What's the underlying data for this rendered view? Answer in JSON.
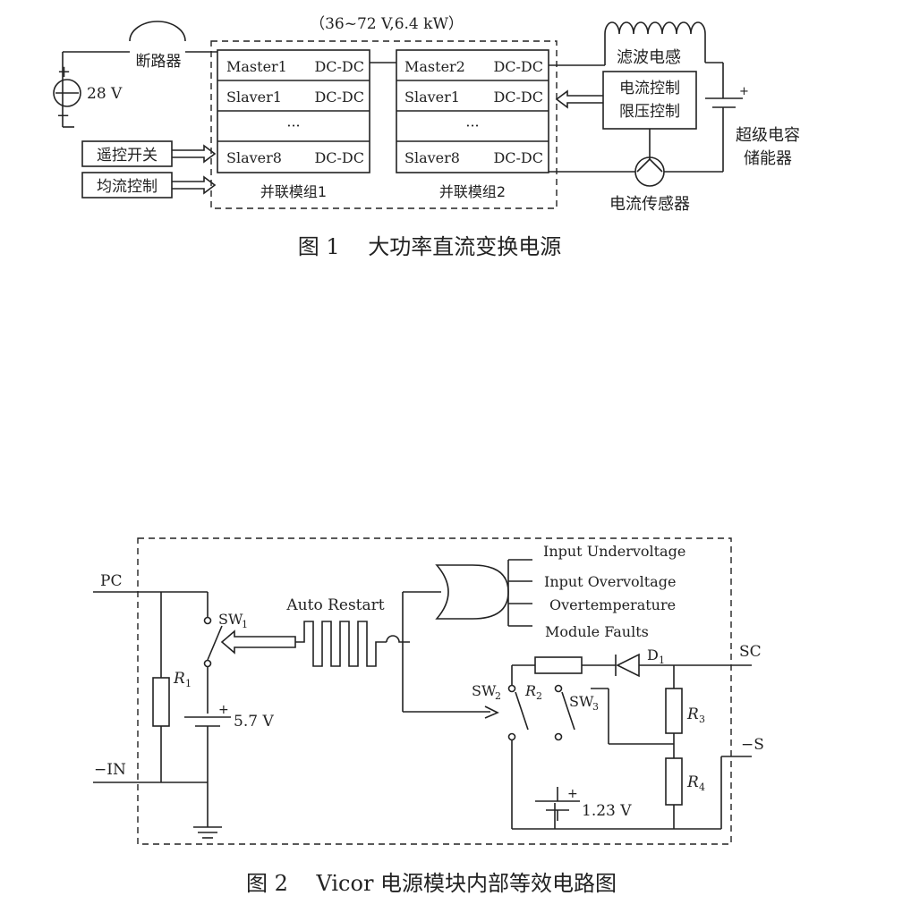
{
  "figure1": {
    "rating": "（36~72 V,6.4 kW）",
    "breaker": "断路器",
    "source_plus": "+",
    "source_minus": "−",
    "source_voltage": "28 V",
    "group1": {
      "rows": [
        {
          "left": "Master1",
          "right": "DC-DC"
        },
        {
          "left": "Slaver1",
          "right": "DC-DC"
        },
        {
          "left": "···",
          "right": ""
        },
        {
          "left": "Slaver8",
          "right": "DC-DC"
        }
      ],
      "label": "并联模组1"
    },
    "group2": {
      "rows": [
        {
          "left": "Master2",
          "right": "DC-DC"
        },
        {
          "left": "Slaver1",
          "right": "DC-DC"
        },
        {
          "left": "···",
          "right": ""
        },
        {
          "left": "Slaver8",
          "right": "DC-DC"
        }
      ],
      "label": "并联模组2"
    },
    "remote_switch": "遥控开关",
    "current_sharing": "均流控制",
    "filter_inductor": "滤波电感",
    "control_line1": "电流控制",
    "control_line2": "限压控制",
    "supercap_line1": "超级电容",
    "supercap_line2": "储能器",
    "supercap_plus": "+",
    "current_sensor": "电流传感器",
    "caption": "图 1　 大功率直流变换电源"
  },
  "figure2": {
    "pc": "PC",
    "in_neg": "−IN",
    "r1": "R",
    "r1_sub": "1",
    "bat1_plus": "+",
    "bat1_voltage": "5.7 V",
    "sw1": "SW",
    "sw1_sub": "1",
    "auto_restart": "Auto Restart",
    "faults": [
      "Input Undervoltage",
      "Input Overvoltage",
      "Overtemperature",
      "Module Faults"
    ],
    "sw2": "SW",
    "sw2_sub": "2",
    "r2": "R",
    "r2_sub": "2",
    "sw3": "SW",
    "sw3_sub": "3",
    "d1": "D",
    "d1_sub": "1",
    "sc": "SC",
    "r3": "R",
    "r3_sub": "3",
    "neg_s": "−S",
    "r4": "R",
    "r4_sub": "4",
    "bat2_plus": "+",
    "bat2_voltage": "1.23 V",
    "caption": "图 2　 Vicor 电源模块内部等效电路图"
  }
}
